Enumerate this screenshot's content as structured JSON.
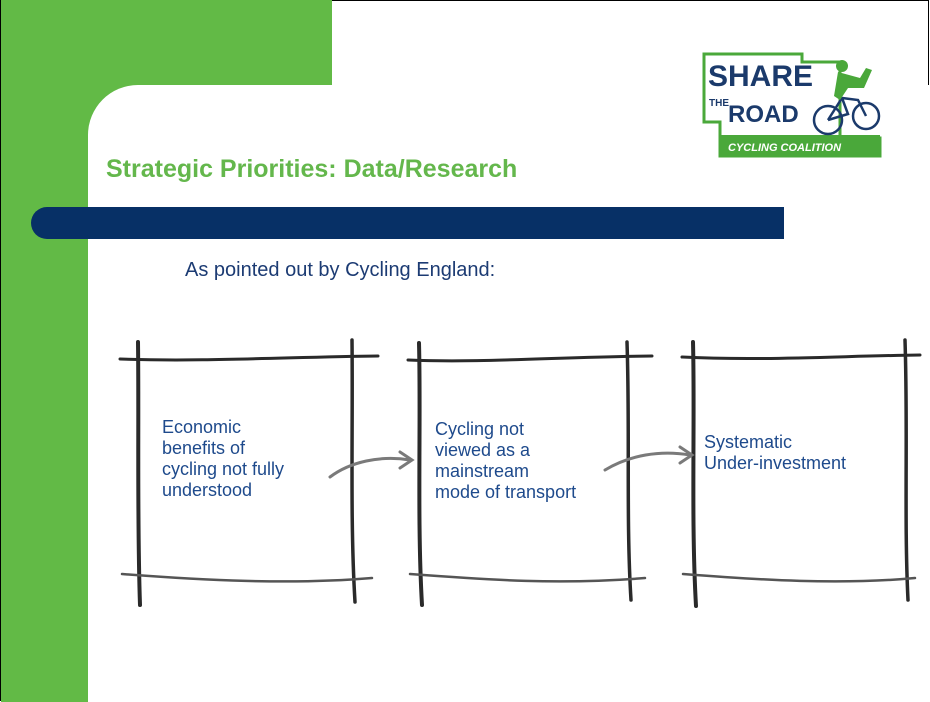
{
  "slide": {
    "title": "Strategic Priorities: Data/Research",
    "subtitle": "As pointed out by Cycling England:"
  },
  "logo": {
    "line1": "SHARE",
    "line2_small": "THE",
    "line2": "ROAD",
    "line3": "CYCLING COALITION"
  },
  "flow": {
    "boxes": [
      {
        "lines": [
          "Economic",
          "benefits of",
          "cycling not fully",
          "understood"
        ]
      },
      {
        "lines": [
          "Cycling not",
          "viewed as a",
          "mainstream",
          "mode of transport"
        ]
      },
      {
        "lines": [
          "Systematic",
          "Under-investment"
        ]
      }
    ]
  },
  "colors": {
    "green": "#62ba46",
    "navy": "#073066",
    "title_green": "#64b74c",
    "text_blue": "#1e4a8c"
  }
}
